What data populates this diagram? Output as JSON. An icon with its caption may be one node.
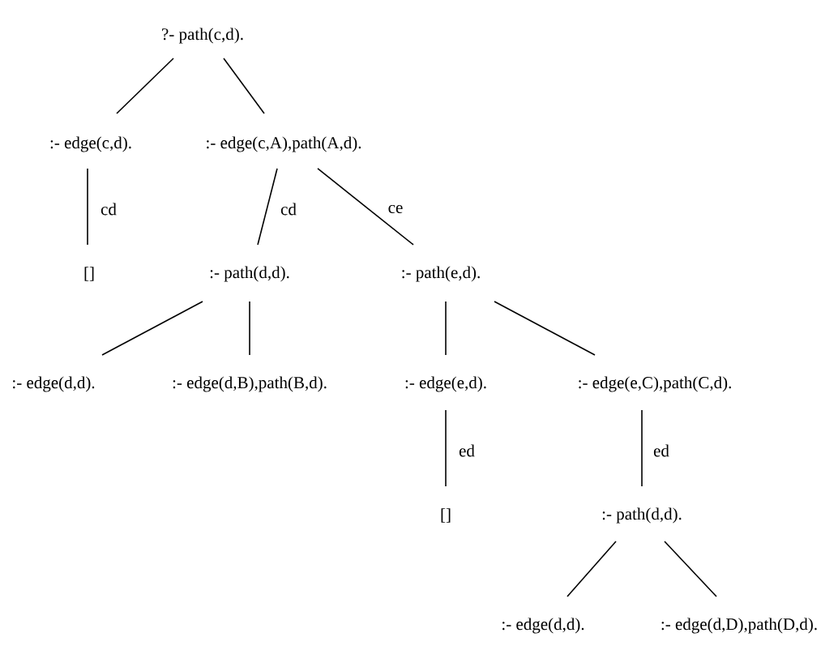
{
  "diagram": {
    "nodes": [
      {
        "text": [
          "?- path(c,d)."
        ]
      },
      {
        "text": [
          ":- edge(c,d)."
        ]
      },
      {
        "text": [
          ":- edge(c,A),path(A,d)."
        ]
      },
      {
        "text": [
          "[]"
        ]
      },
      {
        "text": [
          ":- path(d,d)."
        ]
      },
      {
        "text": [
          ":- path(e,d)."
        ]
      },
      {
        "text": [
          ":- edge(d,d)."
        ]
      },
      {
        "text": [
          ":- edge(d,B),path(B,d)."
        ]
      },
      {
        "text": [
          ":- edge(e,d)."
        ]
      },
      {
        "text": [
          ":- edge(e,C),path(C,d)."
        ]
      },
      {
        "text": [
          "[]"
        ]
      },
      {
        "text": [
          ":- path(d,d)."
        ]
      },
      {
        "text": [
          ":- edge(d,d)."
        ]
      },
      {
        "text": [
          ":- edge(d,D),path(D,d)."
        ]
      }
    ],
    "edges": [
      {
        "from": 0,
        "to": 1,
        "arrow": "none"
      },
      {
        "from": 0,
        "to": 2,
        "arrow": "none"
      },
      {
        "from": 1,
        "to": 3,
        "arrow": "none",
        "label": "cd"
      },
      {
        "from": 2,
        "to": 4,
        "arrow": "none",
        "label": "cd"
      },
      {
        "from": 2,
        "to": 5,
        "arrow": "none",
        "label": "ce"
      },
      {
        "from": 4,
        "to": 6,
        "arrow": "none"
      },
      {
        "from": 4,
        "to": 7,
        "arrow": "none"
      },
      {
        "from": 5,
        "to": 8,
        "arrow": "none"
      },
      {
        "from": 5,
        "to": 9,
        "arrow": "none"
      },
      {
        "from": 8,
        "to": 10,
        "arrow": "none",
        "label": "ed"
      },
      {
        "from": 9,
        "to": 11,
        "arrow": "none",
        "label": "ed"
      },
      {
        "from": 11,
        "to": 12,
        "arrow": "none"
      },
      {
        "from": 11,
        "to": 13,
        "arrow": "none"
      }
    ]
  }
}
